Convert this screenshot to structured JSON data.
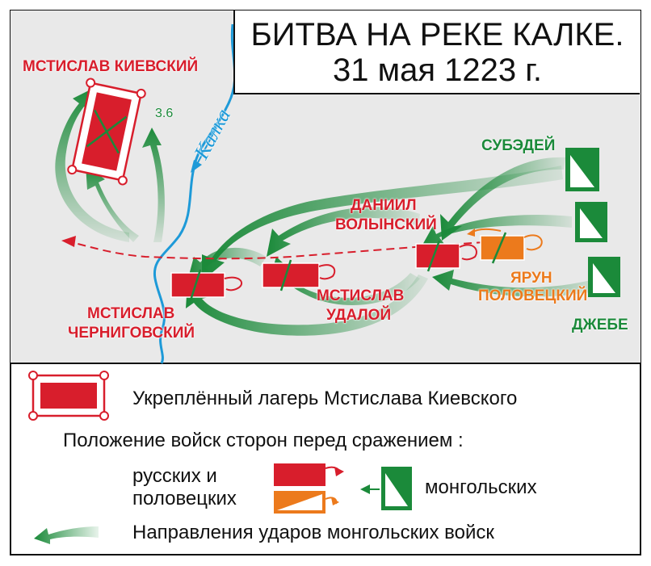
{
  "title": {
    "line1": "БИТВА НА РЕКЕ КАЛКЕ.",
    "line2": "31 мая 1223 г."
  },
  "labels": {
    "mstislav_kievsky": "МСТИСЛАВ КИЕВСКИЙ",
    "height_mark": "3.6",
    "river": "Калка",
    "subedei": "СУБЭДЕЙ",
    "daniil_line1": "ДАНИИЛ",
    "daniil_line2": "ВОЛЫНСКИЙ",
    "yarun_line1": "ЯРУН",
    "yarun_line2": "ПОЛОВЕЦКИЙ",
    "mstislav_udaloy_line1": "МСТИСЛАВ",
    "mstislav_udaloy_line2": "УДАЛОЙ",
    "mstislav_chernigov_line1": "МСТИСЛАВ",
    "mstislav_chernigov_line2": "ЧЕРНИГОВСКИЙ",
    "jebe": "ДЖЕБЕ"
  },
  "legend": {
    "camp": "Укреплённый лагерь Мстислава Киевского",
    "positions_heading": "Положение войск сторон перед сражением :",
    "russian_line1": "русских и",
    "russian_line2": "половецких",
    "mongol": "монгольских",
    "strikes": "Направления ударов монгольских войск"
  },
  "colors": {
    "map_background": "#e9e9e9",
    "river": "#1e9ad8",
    "russian_red": "#d81e2c",
    "polovtsian_orange": "#ec7a1c",
    "mongol_green": "#1b8a3a"
  },
  "icons": [
    "fortified-camp-icon",
    "russian-army-icon",
    "polovtsian-army-icon",
    "mongol-army-icon",
    "strike-arrow-icon",
    "retreat-arrow-icon"
  ]
}
